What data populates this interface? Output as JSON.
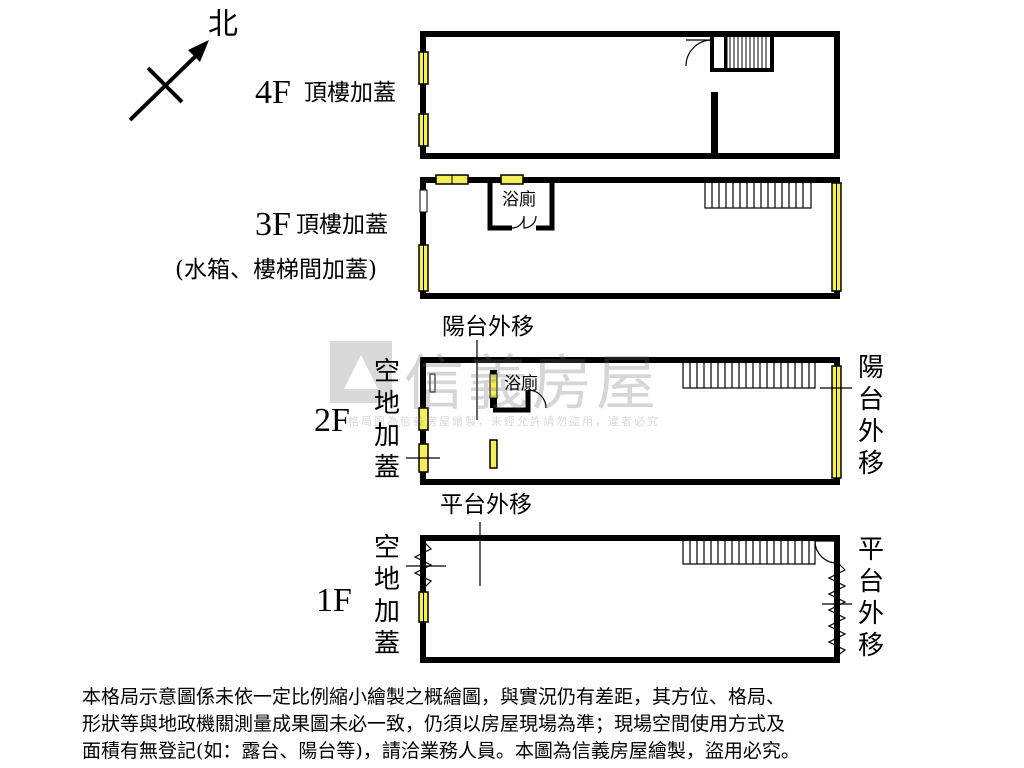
{
  "compass": {
    "north_label": "北"
  },
  "floors": {
    "f4": {
      "number": "4F",
      "title": "頂樓加蓋"
    },
    "f3": {
      "number": "3F",
      "title": "頂樓加蓋",
      "subtitle": "(水箱、樓梯間加蓋)",
      "bath": "浴廁"
    },
    "f2": {
      "number": "2F",
      "left_chars": [
        "空",
        "地",
        "加",
        "蓋"
      ],
      "bath": "浴廁",
      "top_label": "陽台外移",
      "right_chars": [
        "陽",
        "台",
        "外",
        "移"
      ]
    },
    "f1": {
      "number": "1F",
      "left_chars": [
        "空",
        "地",
        "加",
        "蓋"
      ],
      "top_label": "平台外移",
      "right_chars": [
        "平",
        "台",
        "外",
        "移"
      ]
    }
  },
  "watermark": {
    "brand": "信義房屋",
    "tagline": "格局圖為信義房屋繪製，未經允許請勿盜用，違者必究"
  },
  "disclaimer": [
    "本格局示意圖係未依一定比例縮小繪製之概繪圖，與實況仍有差距，其方位、格局、",
    "形狀等與地政機關測量成果圖未必一致，仍須以房屋現場為準；現場空間使用方式及",
    "面積有無登記(如：露台、陽台等)，請洽業務人員。本圖為信義房屋繪製，盜用必究。"
  ],
  "colors": {
    "wall": "#000000",
    "window": "#f3ee5a",
    "background": "#ffffff"
  }
}
